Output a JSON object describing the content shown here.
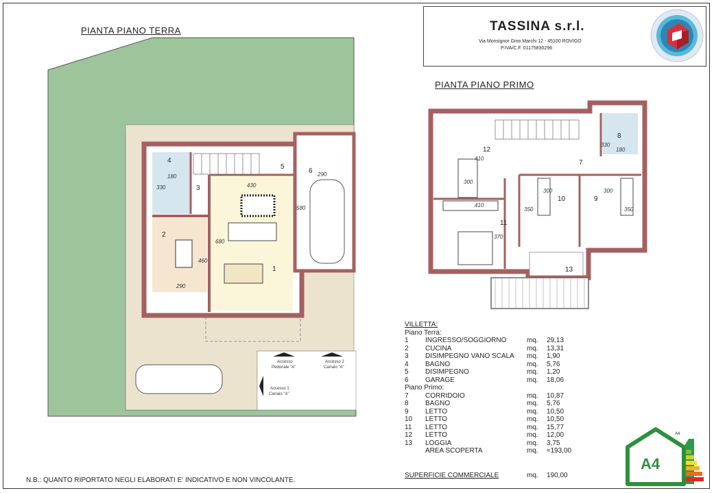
{
  "titles": {
    "ground": "PIANTA PIANO TERRA",
    "first": "PIANTA PIANO PRIMO"
  },
  "company": {
    "name": "TASSINA s.r.l.",
    "address": "Via Monsignor Gino Marchi 12 - 45100 ROVIGO",
    "vat": "P.IVA/C.F. 01175830296"
  },
  "legend": {
    "heading": "VILLETTA:",
    "ground_label": "Piano Terra:",
    "first_label": "Piano Primo:",
    "unit": "mq.",
    "ground_rooms": [
      {
        "n": "1",
        "name": "INGRESSO/SOGGIORNO",
        "area": "29,13"
      },
      {
        "n": "2",
        "name": "CUCINA",
        "area": "13,31"
      },
      {
        "n": "3",
        "name": "DISIMPEGNO VANO SCALA",
        "area": "1,90"
      },
      {
        "n": "4",
        "name": "BAGNO",
        "area": "5,76"
      },
      {
        "n": "5",
        "name": "DISIMPEGNO",
        "area": "1,20"
      },
      {
        "n": "6",
        "name": "GARAGE",
        "area": "18,06"
      }
    ],
    "first_rooms": [
      {
        "n": "7",
        "name": "CORRIDOIO",
        "area": "10,87"
      },
      {
        "n": "8",
        "name": "BAGNO",
        "area": "5,76"
      },
      {
        "n": "9",
        "name": "LETTO",
        "area": "10,50"
      },
      {
        "n": "10",
        "name": "LETTO",
        "area": "10,50"
      },
      {
        "n": "11",
        "name": "LETTO",
        "area": "15,77"
      },
      {
        "n": "12",
        "name": "LETTO",
        "area": "12,00"
      },
      {
        "n": "13",
        "name": "LOGGIA",
        "area": "3,75"
      },
      {
        "n": "",
        "name": "AREA SCOPERTA",
        "area": "≈193,00"
      }
    ]
  },
  "superficie": {
    "label": "SUPERFICIE COMMERCIALE",
    "unit": "mq.",
    "value": "190,00"
  },
  "note": "N.B.: QUANTO RIPORTATO NEGLI ELABORATI E' INDICATIVO E NON VINCOLANTE.",
  "energy": {
    "class": "A4",
    "top_tag": "A4"
  },
  "ground_plan": {
    "room_numbers": [
      "1",
      "2",
      "3",
      "4",
      "5",
      "6"
    ],
    "dims": {
      "d430": "430",
      "d580": "580",
      "d680": "680",
      "d290a": "290",
      "d460": "460",
      "d290b": "290",
      "d180": "180",
      "d330": "330"
    },
    "access": {
      "pedonale": [
        "Accesso",
        "Pedonale \"A\""
      ],
      "carraio2": [
        "Accesso 2",
        "Carraio \"A\""
      ],
      "carraio1": [
        "Accesso 1",
        "Carraio \"A\""
      ]
    }
  },
  "first_plan": {
    "room_numbers": [
      "7",
      "8",
      "9",
      "10",
      "11",
      "12",
      "13"
    ],
    "dims": {
      "d300a": "300",
      "d410a": "410",
      "d410b": "410",
      "d370": "370",
      "d300b": "300",
      "d350a": "350",
      "d300c": "300",
      "d350b": "350",
      "d180": "180",
      "d330": "330"
    }
  },
  "colors": {
    "garden": "#9ec49b",
    "terrace": "#ece3cf",
    "wall": "#a46060",
    "kitchen": "#f6e5cf",
    "living": "#fbf6d9",
    "bath": "#d6e6ef"
  }
}
